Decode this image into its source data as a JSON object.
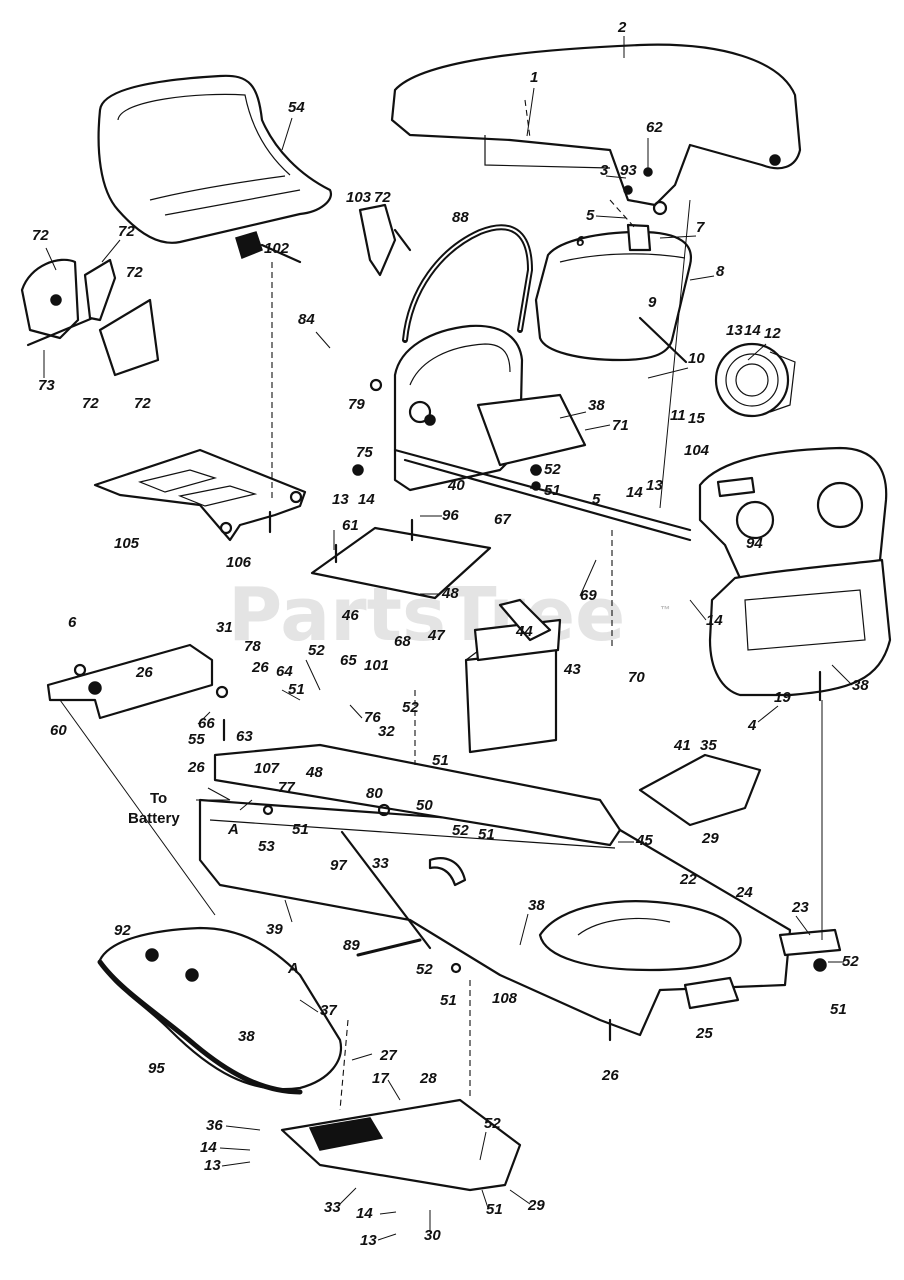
{
  "watermark": "PartsTree",
  "trademark": "™",
  "note": {
    "line1": "To",
    "line2": "Battery"
  },
  "callouts": [
    "1",
    "2",
    "3",
    "93",
    "62",
    "5",
    "6",
    "7",
    "8",
    "9",
    "54",
    "103",
    "72",
    "88",
    "72",
    "72",
    "72",
    "73",
    "72",
    "72",
    "102",
    "84",
    "10",
    "11",
    "13",
    "14",
    "12",
    "15",
    "79",
    "38",
    "71",
    "75",
    "52",
    "51",
    "40",
    "67",
    "13",
    "14",
    "5",
    "14",
    "13",
    "104",
    "94",
    "105",
    "106",
    "96",
    "61",
    "69",
    "48",
    "46",
    "47",
    "14",
    "70",
    "6",
    "31",
    "78",
    "26",
    "68",
    "44",
    "43",
    "38",
    "52",
    "65",
    "101",
    "64",
    "51",
    "66",
    "26",
    "76",
    "52",
    "60",
    "55",
    "63",
    "32",
    "107",
    "51",
    "19",
    "4",
    "26",
    "77",
    "48",
    "41",
    "35",
    "80",
    "50",
    "29",
    "A",
    "51",
    "52",
    "51",
    "53",
    "97",
    "45",
    "33",
    "22",
    "24",
    "39",
    "38",
    "23",
    "89",
    "92",
    "A",
    "52",
    "52",
    "51",
    "51",
    "108",
    "25",
    "37",
    "38",
    "26",
    "95",
    "27",
    "28",
    "17",
    "52",
    "36",
    "14",
    "13",
    "33",
    "51",
    "29",
    "14",
    "13",
    "30"
  ],
  "reference_letters": [
    "A"
  ]
}
